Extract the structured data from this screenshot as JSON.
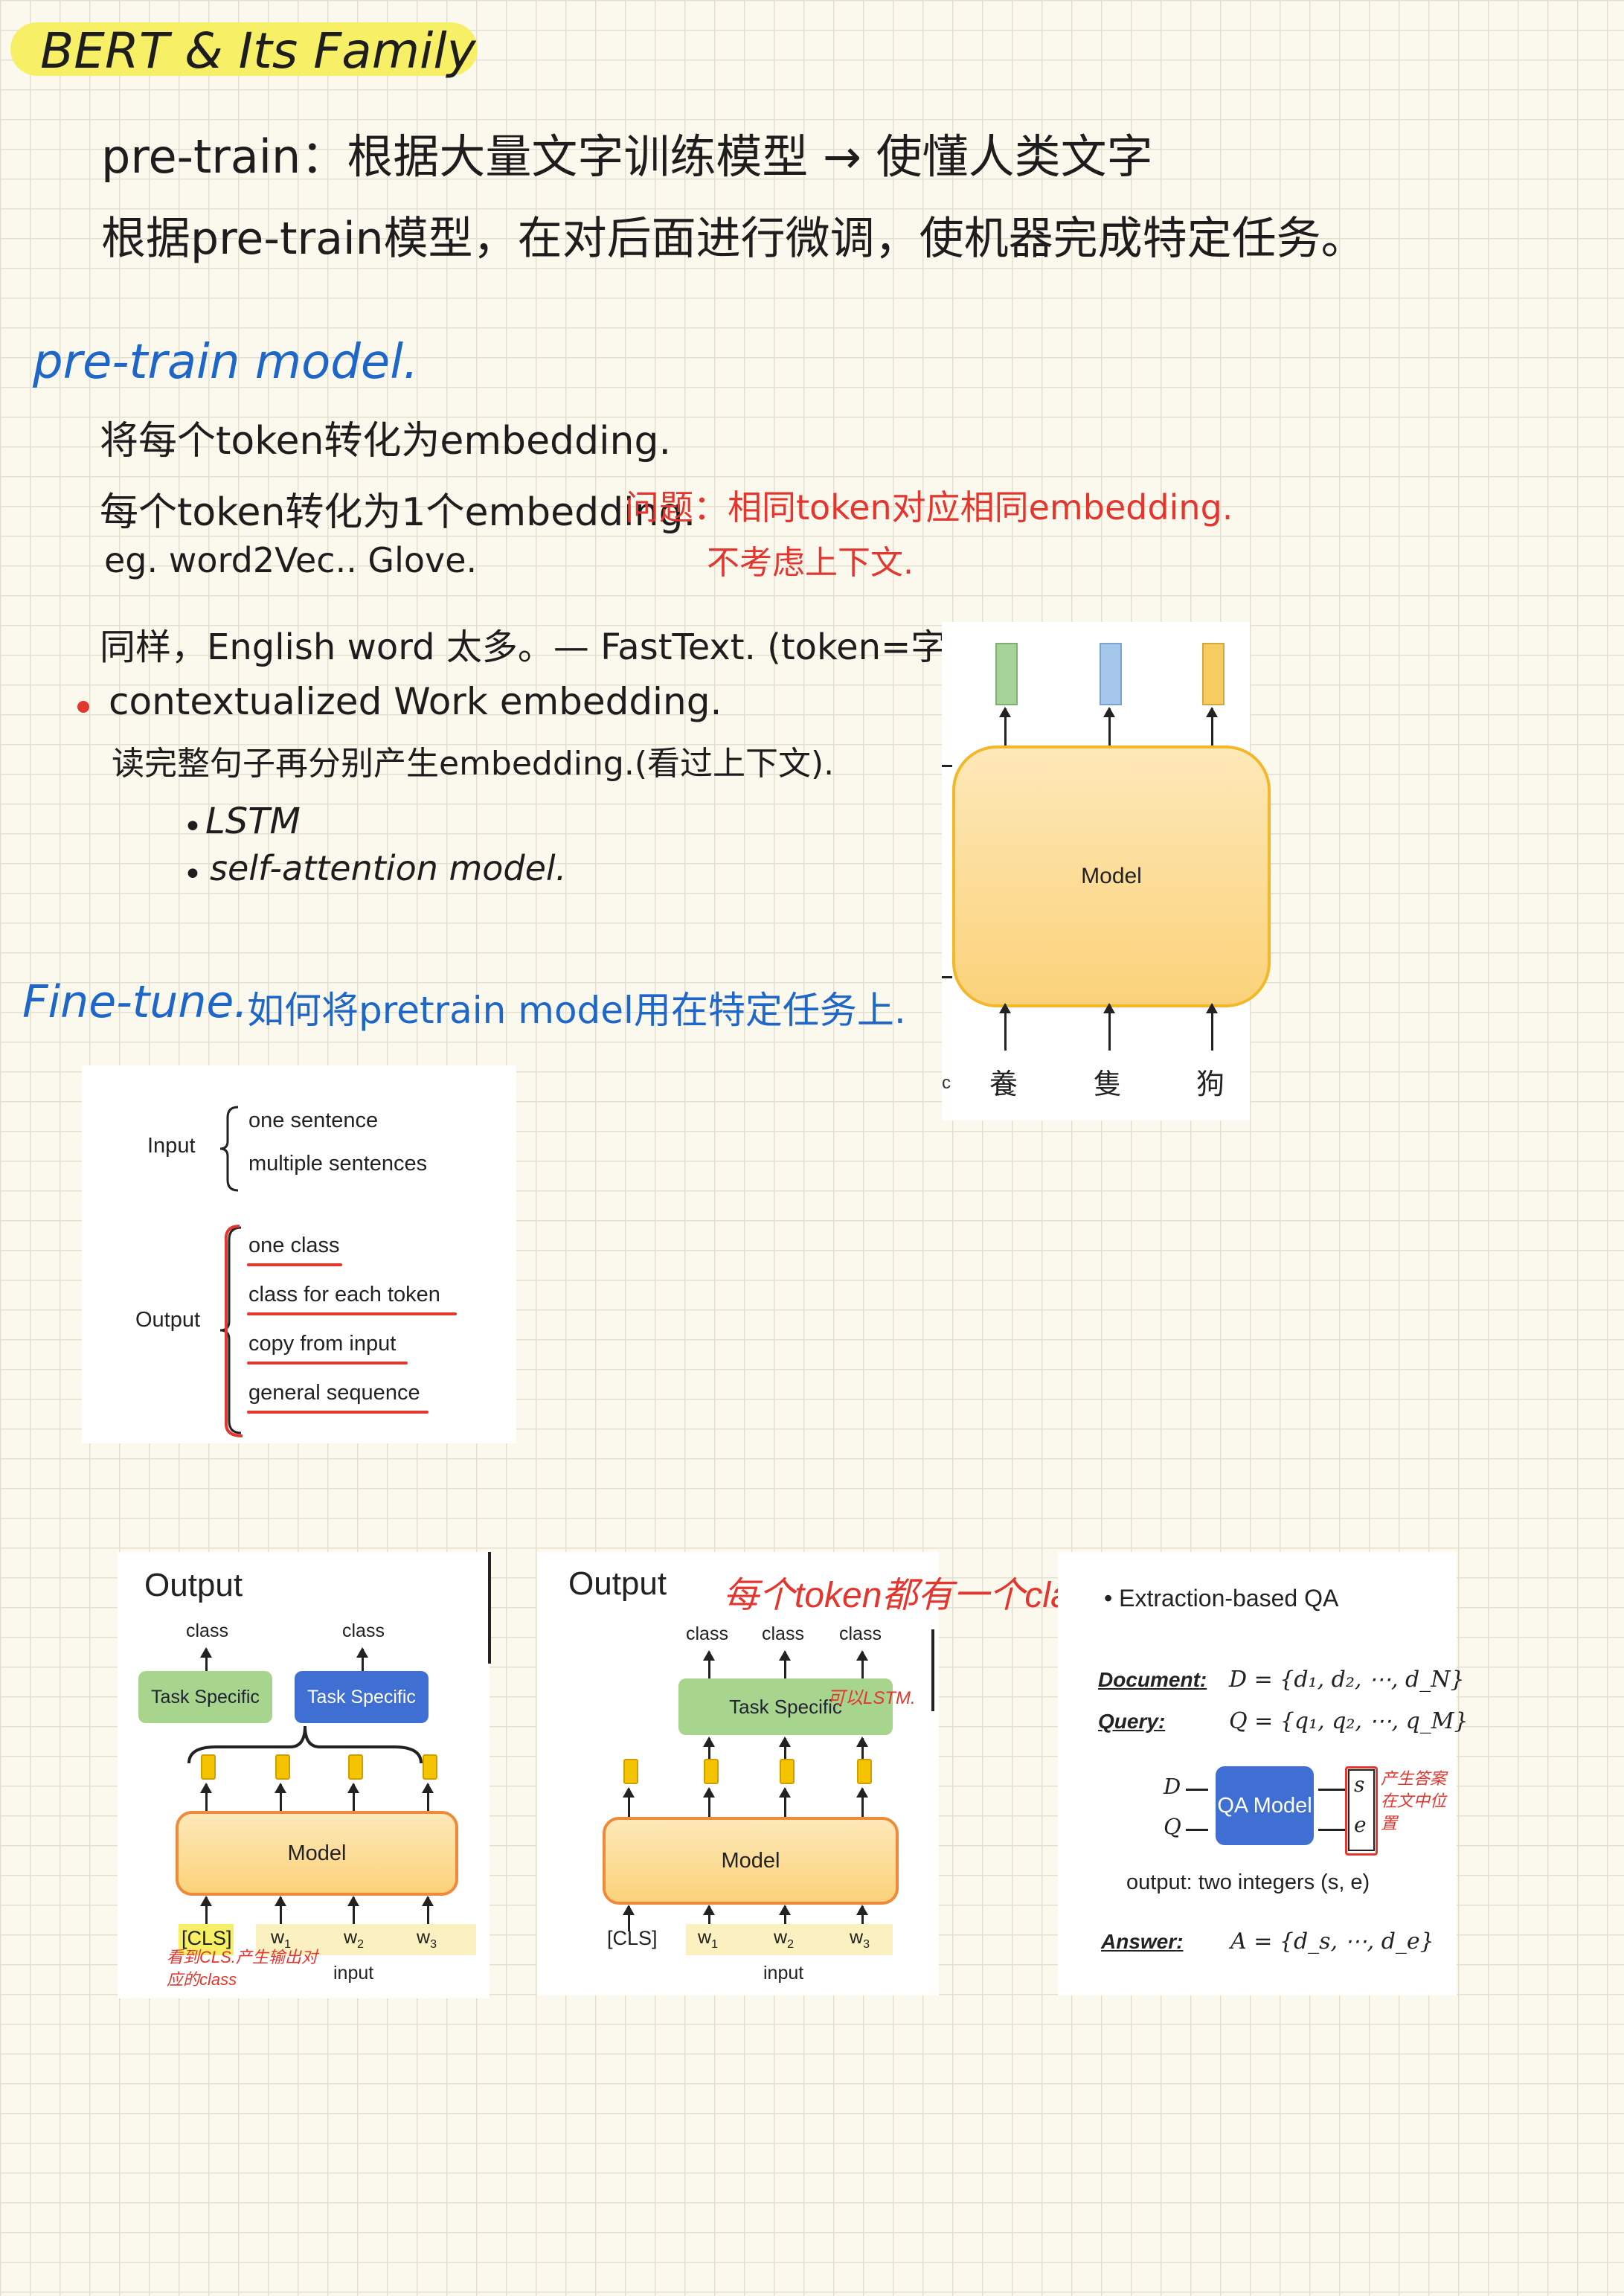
{
  "title": "BERT & Its Family",
  "notes": {
    "pretrain_line": "pre-train：根据大量文字训练模型 → 使懂人类文字",
    "finetune_line": "根据pre-train模型，在对后面进行微调，使机器完成特定任务。",
    "pretrain_model_heading": "pre-train model.",
    "token_embed": "将每个token转化为embedding.",
    "one_embed": "每个token转化为1个embedding.",
    "problem": "问题：相同token对应相同embedding.",
    "no_context": "不考虑上下文.",
    "eg_line": "eg. word2Vec.. Glove.",
    "fasttext": "同样，English word 太多。— FastText. (token=字母).",
    "bullet_contextual": "contextualized Work embedding.",
    "read_whole": "读完整句子再分别产生embedding.(看过上下文).",
    "lstm": "LSTM",
    "self_attention": "self-attention model.",
    "finetune_heading": "Fine-tune.",
    "finetune_desc": "如何将pretrain model用在特定任务上."
  },
  "model_diagram": {
    "model_label": "Model",
    "inputs": [
      "養",
      "隻",
      "狗"
    ],
    "left_clip": "c",
    "output_colors": [
      "#a6d39a",
      "#a3c6ea",
      "#f6cc60"
    ]
  },
  "io_card": {
    "input_label": "Input",
    "input_items": [
      "one sentence",
      "multiple sentences"
    ],
    "output_label": "Output",
    "output_items": [
      "one class",
      "class for each token",
      "copy from input",
      "general sequence"
    ]
  },
  "card_multi": {
    "output_title": "Output",
    "class_labels": [
      "class",
      "class"
    ],
    "task_boxes": [
      "Task Specific",
      "Task Specific"
    ],
    "model_label": "Model",
    "cls_label": "[CLS]",
    "words": [
      "w",
      "w",
      "w"
    ],
    "word_subs": [
      "1",
      "2",
      "3"
    ],
    "input_label": "input",
    "annotation": "看到CLS.产生输出对应的class"
  },
  "card_token": {
    "output_title": "Output",
    "red_annotation": "每个token都有一个class",
    "class_labels": [
      "class",
      "class",
      "class"
    ],
    "task_box": "Task Specific",
    "lstm_note": "可以LSTM.",
    "model_label": "Model",
    "cls_label": "[CLS]",
    "words": [
      "w",
      "w",
      "w"
    ],
    "word_subs": [
      "1",
      "2",
      "3"
    ],
    "input_label": "input"
  },
  "card_qa": {
    "bullet": "Extraction-based QA",
    "document_label": "Document",
    "document_formula": "D = {d₁, d₂, ⋯, d_N}",
    "query_label": "Query",
    "query_formula": "Q = {q₁, q₂, ⋯, q_M}",
    "d_label": "D",
    "q_label": "Q",
    "qa_box": "QA Model",
    "s_label": "s",
    "e_label": "e",
    "red_note": "产生答案在文中位置",
    "output_line": "output: two integers (s, e)",
    "answer_label": "Answer",
    "answer_formula": "A = {d_s, ⋯, d_e}"
  }
}
